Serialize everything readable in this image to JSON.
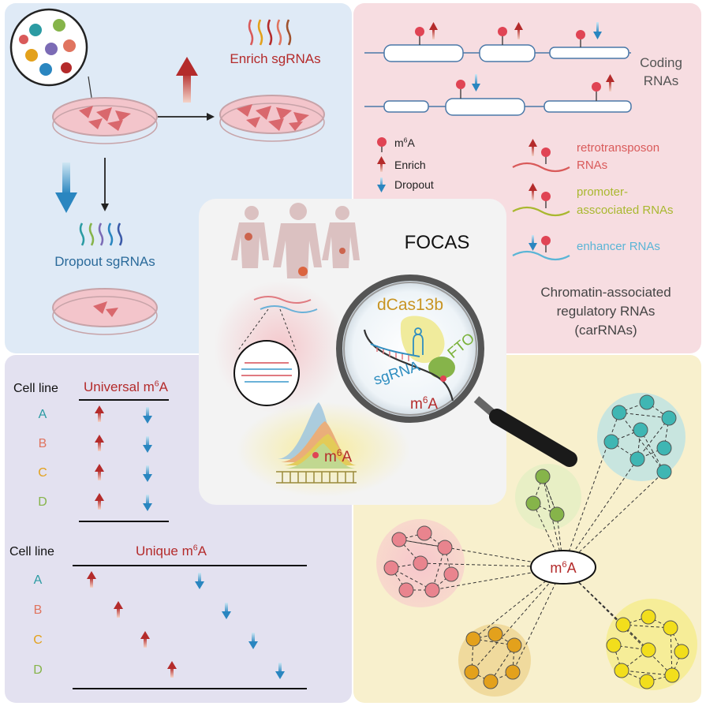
{
  "colors": {
    "quad_top_left": "#dfeaf6",
    "quad_top_right": "#f7dde1",
    "quad_bottom_left": "#e3e1f0",
    "quad_bottom_right": "#f8f0cd",
    "center_panel": "#f3f3f3",
    "enrich_red": "#b42b2b",
    "dropout_blue": "#2a86c0",
    "text_dark": "#222222",
    "text_gray": "#555555",
    "retro_red": "#d95a5a",
    "promoter_olive": "#a9b82f",
    "enhancer_blue": "#5ab5d6",
    "cas_gold": "#c89422",
    "fto_green": "#7ab23a",
    "sgrna_blue": "#2f8ec0",
    "cell_A": "#2b9ba3",
    "cell_B": "#e0745f",
    "cell_C": "#e3a11c",
    "cell_D": "#86b44a"
  },
  "top_left": {
    "enrich_label": "Enrich sgRNAs",
    "dropout_label": "Dropout sgRNAs"
  },
  "top_right": {
    "coding_label_line1": "Coding",
    "coding_label_line2": "RNAs",
    "legend": {
      "m6a": "m6A",
      "enrich": "Enrich",
      "dropout": "Dropout"
    },
    "retro_line1": "retrotransposon",
    "retro_line2": "RNAs",
    "promoter_line1": "promoter-",
    "promoter_line2": "asscociated RNAs",
    "enhancer_label": "enhancer RNAs",
    "carrna_line1": "Chromatin-associated",
    "carrna_line2": "regulatory RNAs",
    "carrna_line3": "(carRNAs)"
  },
  "center": {
    "title": "FOCAS",
    "dcas_label": "dCas13b",
    "fto_label": "FTO",
    "sgrna_label": "sgRNA",
    "m6a_lens": "m6A",
    "m6a_peak": "m6A"
  },
  "bottom_left": {
    "table1": {
      "header_left": "Cell line",
      "header_right": "Universal m6A",
      "rows": [
        "A",
        "B",
        "C",
        "D"
      ]
    },
    "table2": {
      "header_left": "Cell line",
      "header_right": "Unique m6A",
      "rows": [
        "A",
        "B",
        "C",
        "D"
      ]
    }
  },
  "bottom_right": {
    "hub_label": "m6A"
  }
}
